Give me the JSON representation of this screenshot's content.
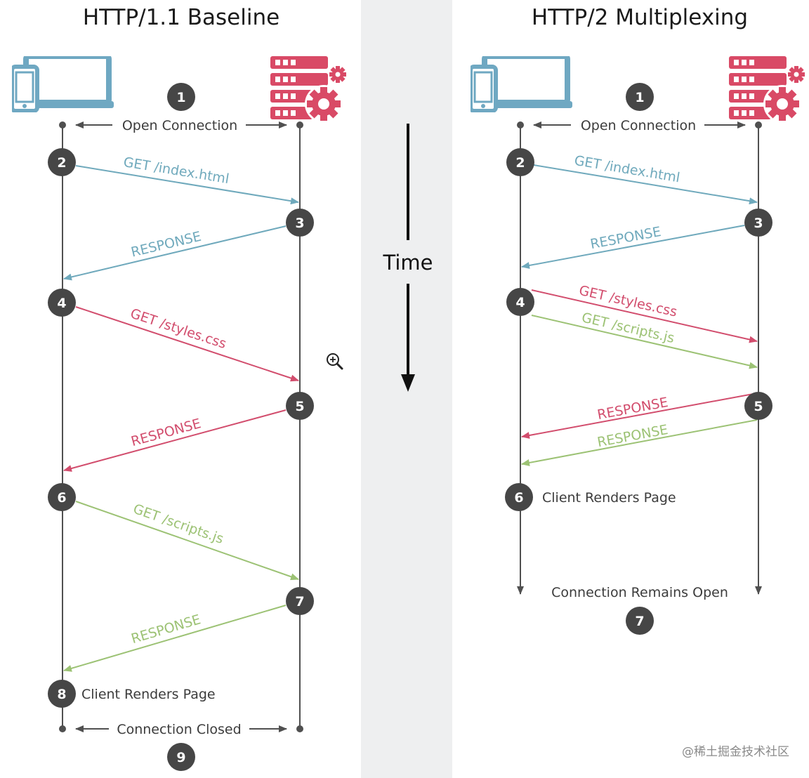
{
  "colors": {
    "blue": "#6fa9bc",
    "red": "#d24d6d",
    "green": "#9cc274",
    "step": "#464646",
    "timeline": "#505050",
    "device": "#6fa8c2",
    "server": "#d94a66",
    "divider": "#eeeff0"
  },
  "left": {
    "title": "HTTP/1.1 Baseline",
    "open_label": "Open Connection",
    "close_label": "Connection Closed",
    "renders_label": "Client Renders Page",
    "steps": [
      "1",
      "2",
      "3",
      "4",
      "5",
      "6",
      "7",
      "8",
      "9"
    ],
    "messages": [
      {
        "text": "GET /index.html",
        "color": "blue"
      },
      {
        "text": "RESPONSE",
        "color": "blue"
      },
      {
        "text": "GET /styles.css",
        "color": "red"
      },
      {
        "text": "RESPONSE",
        "color": "red"
      },
      {
        "text": "GET /scripts.js",
        "color": "green"
      },
      {
        "text": "RESPONSE",
        "color": "green"
      }
    ]
  },
  "center": {
    "time_label": "Time"
  },
  "right": {
    "title": "HTTP/2 Multiplexing",
    "open_label": "Open Connection",
    "remains_label": "Connection Remains Open",
    "renders_label": "Client Renders Page",
    "steps": [
      "1",
      "2",
      "3",
      "4",
      "5",
      "6",
      "7"
    ],
    "messages": [
      {
        "text": "GET /index.html",
        "color": "blue"
      },
      {
        "text": "RESPONSE",
        "color": "blue"
      },
      {
        "text": "GET /styles.css",
        "color": "red"
      },
      {
        "text": "GET /scripts.js",
        "color": "green"
      },
      {
        "text": "RESPONSE",
        "color": "red"
      },
      {
        "text": "RESPONSE",
        "color": "green"
      }
    ]
  },
  "watermark": "@稀土掘金技术社区",
  "icons": {
    "client": "devices-icon",
    "server": "server-gear-icon",
    "zoom": "zoom-in-icon"
  }
}
